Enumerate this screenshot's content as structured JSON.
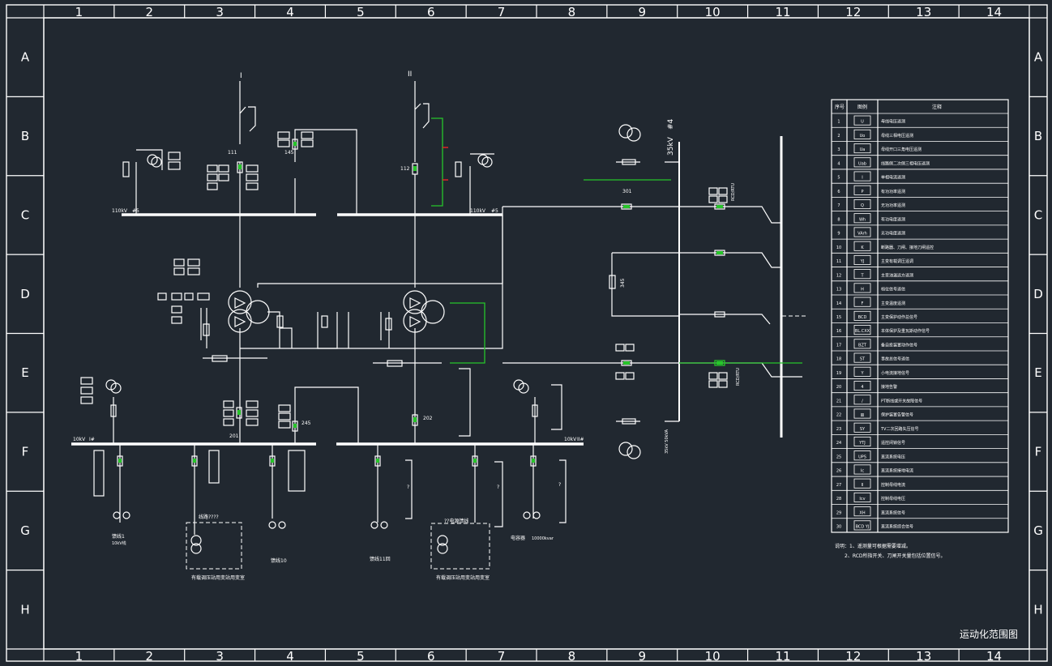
{
  "sheet": {
    "col_labels": [
      "1",
      "2",
      "3",
      "4",
      "5",
      "6",
      "7",
      "8",
      "9",
      "10",
      "11",
      "12",
      "13",
      "14"
    ],
    "row_labels": [
      "A",
      "B",
      "C",
      "D",
      "E",
      "F",
      "G",
      "H"
    ],
    "title": "运动化范围图"
  },
  "buses": {
    "bus1_roman": "I",
    "bus2_roman": "II",
    "bus1_label": "110kV",
    "bus2_label": "110kV",
    "bus1_num": "#5",
    "bus2_num": "#5",
    "bay_111": "111",
    "bay_112": "112",
    "bay_145": "145",
    "bay_201": "201",
    "bay_202": "202",
    "bay_245": "245",
    "bay_301": "301",
    "lv_bus1_label": "10kV",
    "lv_bus2_label": "10kV",
    "lv_bus1_num": "I#",
    "lv_bus2_num": "II#",
    "mv_bus_label": "35kV",
    "mv_bus_num": "#4",
    "bay_345": "345",
    "mv_transformer": "35kV 50kVA",
    "right_block": "RCD/RTU",
    "right_block2": "RCD/RTU"
  },
  "feeders": {
    "f1": "馈线1",
    "f1_sub": "10kV线",
    "f2_label": "线路????",
    "f3": "馈线10",
    "f4": "馈线11回",
    "f5_label": "??电源馈线",
    "f6": "电容器",
    "f6_sub": "10000kvar",
    "group_a": "有载调压站用变站用变室",
    "group_b": "有载调压站用变站用变室",
    "q": "?"
  },
  "legend": {
    "col_no": "序号",
    "col_icon": "图例",
    "col_note": "注释",
    "rows": [
      {
        "no": "1",
        "icon": "U",
        "note": "母线电压遥测"
      },
      {
        "no": "2",
        "icon": "Uo",
        "note": "母线三相电压遥测"
      },
      {
        "no": "3",
        "icon": "Ua",
        "note": "母线开口三角电压遥测"
      },
      {
        "no": "4",
        "icon": "Uab",
        "note": "线路侧二次侧三相电压遥测"
      },
      {
        "no": "5",
        "icon": "I",
        "note": "单相电流遥测"
      },
      {
        "no": "6",
        "icon": "P",
        "note": "有功功率遥测"
      },
      {
        "no": "7",
        "icon": "Q",
        "note": "无功功率遥测"
      },
      {
        "no": "8",
        "icon": "Wh",
        "note": "有功电度遥测"
      },
      {
        "no": "9",
        "icon": "VArh",
        "note": "无功电度遥测"
      },
      {
        "no": "10",
        "icon": "K",
        "note": "断路器、刀闸、接地刀闸遥控"
      },
      {
        "no": "11",
        "icon": "YJ",
        "note": "主变有载调压遥调"
      },
      {
        "no": "12",
        "icon": "T",
        "note": "主变油温远方遥测"
      },
      {
        "no": "13",
        "icon": "H",
        "note": "档位信号遥信"
      },
      {
        "no": "14",
        "icon": "F",
        "note": "主变温度遥测"
      },
      {
        "no": "15",
        "icon": "BCD",
        "note": "主变保护动作总信号"
      },
      {
        "no": "16",
        "icon": "BL.CXX",
        "note": "本体保护及重瓦斯动作信号"
      },
      {
        "no": "17",
        "icon": "BZT",
        "note": "备自投装置动作信号"
      },
      {
        "no": "18",
        "icon": "ST",
        "note": "事故总信号遥信"
      },
      {
        "no": "19",
        "icon": "Y",
        "note": "小电流接地信号"
      },
      {
        "no": "20",
        "icon": "4",
        "note": "接地告警"
      },
      {
        "no": "21",
        "icon": "/",
        "note": "PT断线或开关故障信号"
      },
      {
        "no": "22",
        "icon": "▥",
        "note": "保护装置告警信号"
      },
      {
        "no": "23",
        "icon": "SY",
        "note": "TV二次回路失压信号"
      },
      {
        "no": "24",
        "icon": "YTJ",
        "note": "遥控闭锁信号"
      },
      {
        "no": "25",
        "icon": "UPS",
        "note": "直流系统电压"
      },
      {
        "no": "26",
        "icon": "Ic",
        "note": "直流系统接地电流"
      },
      {
        "no": "27",
        "icon": "Il",
        "note": "控制母线电流"
      },
      {
        "no": "28",
        "icon": "Icv",
        "note": "控制母线电压"
      },
      {
        "no": "29",
        "icon": "XH",
        "note": "直流系统信号"
      },
      {
        "no": "30",
        "icon": "BCD YJ",
        "note": "直流系统综合信号"
      }
    ],
    "note1": "说明：1、遥测量可根据需要增减。",
    "note2": "2、RCD所指开关、刀闸开关量包括位置信号。"
  },
  "colors": {
    "background": "#212830",
    "line": "#ffffff",
    "highlight": "#27c52a",
    "alarm": "#e02424"
  }
}
